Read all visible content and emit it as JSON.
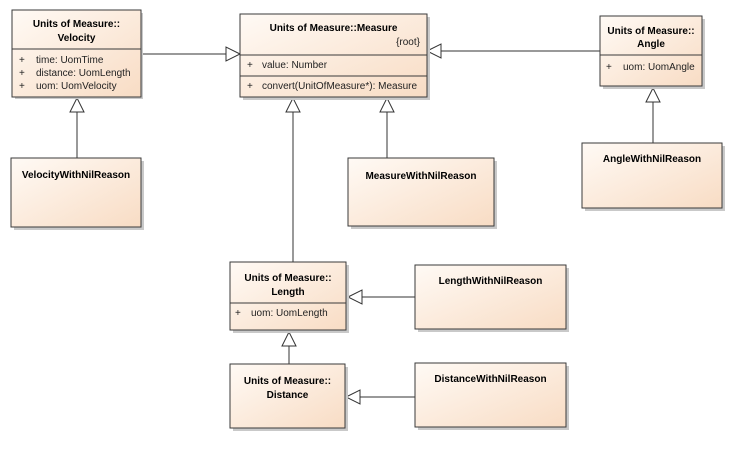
{
  "classes": {
    "velocity": {
      "title1": "Units of Measure::",
      "title2": "Velocity",
      "attrs": [
        "time: UomTime",
        "distance: UomLength",
        "uom: UomVelocity"
      ]
    },
    "measure": {
      "title1": "Units of Measure::Measure",
      "stereotype": "{root}",
      "attrs": [
        "value: Number"
      ],
      "ops": [
        "convert(UnitOfMeasure*): Measure"
      ]
    },
    "angle": {
      "title1": "Units of Measure::",
      "title2": "Angle",
      "attrs": [
        "uom: UomAngle"
      ]
    },
    "velocity_nil": {
      "title1": "VelocityWithNilReason"
    },
    "measure_nil": {
      "title1": "MeasureWithNilReason"
    },
    "angle_nil": {
      "title1": "AngleWithNilReason"
    },
    "length": {
      "title1": "Units of Measure::",
      "title2": "Length",
      "attrs": [
        "uom: UomLength"
      ]
    },
    "length_nil": {
      "title1": "LengthWithNilReason"
    },
    "distance": {
      "title1": "Units of Measure::",
      "title2": "Distance"
    },
    "distance_nil": {
      "title1": "DistanceWithNilReason"
    }
  },
  "visibility_marker": "+",
  "colors": {
    "box_top": "#fffaf5",
    "box_bottom": "#f8dcc4",
    "border": "#3a3a3a"
  }
}
